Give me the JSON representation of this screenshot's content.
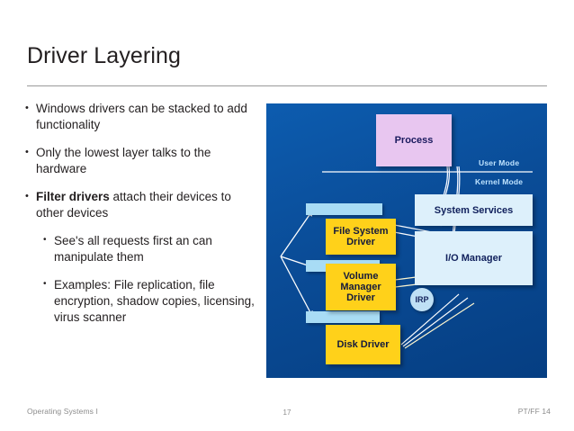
{
  "slide": {
    "title": "Driver Layering",
    "bullets": [
      {
        "level": 1,
        "prefix": "",
        "bold": "",
        "text": "Windows drivers can be stacked to add functionality"
      },
      {
        "level": 1,
        "prefix": "",
        "bold": "",
        "text": "Only the lowest layer talks to the hardware"
      },
      {
        "level": 1,
        "prefix": "",
        "bold": "Filter drivers",
        "text": " attach their devices to other devices"
      },
      {
        "level": 2,
        "prefix": "",
        "bold": "",
        "text": "See's all requests first an can manipulate them"
      },
      {
        "level": 2,
        "prefix": "",
        "bold": "",
        "text": "Examples: File replication, file encryption, shadow copies, licensing, virus scanner"
      }
    ]
  },
  "footer": {
    "left": "Operating Systems I",
    "page": "17",
    "right": "PT/FF 14"
  },
  "diagram": {
    "mode_labels": {
      "user": "User Mode",
      "kernel": "Kernel Mode"
    },
    "boxes": {
      "process": "Process",
      "system_services": "System Services",
      "io_manager": "I/O Manager",
      "file_system_driver": "File System\nDriver",
      "file_system_driver_line1": "File System",
      "file_system_driver_line2": "Driver",
      "volume_manager_driver_line1": "Volume",
      "volume_manager_driver_line2": "Manager",
      "volume_manager_driver_line3": "Driver",
      "disk_driver": "Disk Driver"
    },
    "irp_label": "IRP",
    "filter_bars": [
      "filter-bar-top",
      "filter-bar-middle",
      "filter-bar-bottom"
    ],
    "colors": {
      "panel_background": "#0a4f9e",
      "process_fill": "#e8c6f0",
      "service_fill": "#ddf0fb",
      "driver_fill": "#ffd11a",
      "filter_fill": "#a8dcf5",
      "mode_text": "#bfe4ff",
      "box_text": "#14235c"
    }
  },
  "theme": {
    "title_color": "#231f20",
    "rule_color": "#9a9a9a",
    "footer_color": "#8c8c8c"
  }
}
